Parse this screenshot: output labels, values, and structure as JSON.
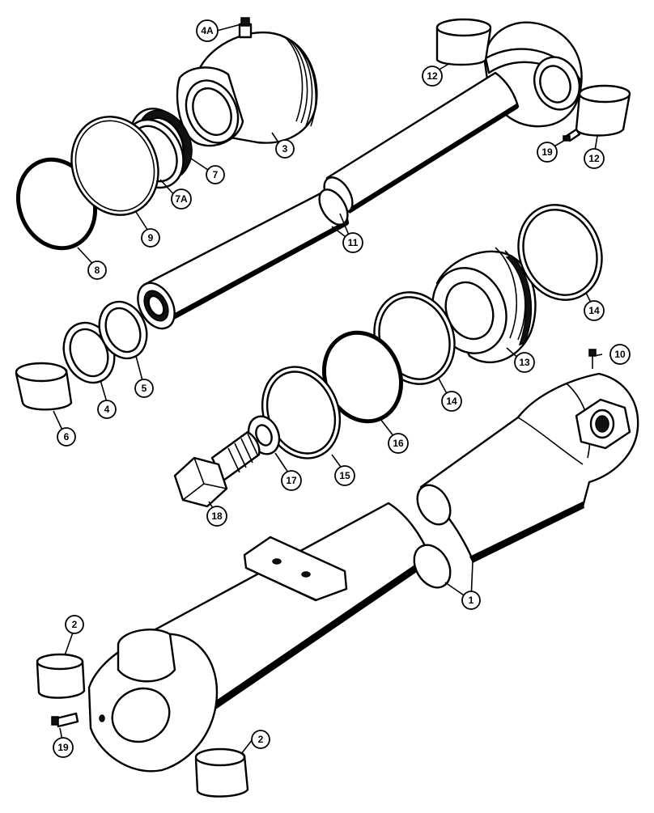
{
  "callouts": [
    {
      "id": "c1",
      "label": "1"
    },
    {
      "id": "c2a",
      "label": "2"
    },
    {
      "id": "c2b",
      "label": "2"
    },
    {
      "id": "c3",
      "label": "3"
    },
    {
      "id": "c4",
      "label": "4"
    },
    {
      "id": "c4a",
      "label": "4A"
    },
    {
      "id": "c5",
      "label": "5"
    },
    {
      "id": "c6",
      "label": "6"
    },
    {
      "id": "c7",
      "label": "7"
    },
    {
      "id": "c7a",
      "label": "7A"
    },
    {
      "id": "c8",
      "label": "8"
    },
    {
      "id": "c9",
      "label": "9"
    },
    {
      "id": "c10",
      "label": "10"
    },
    {
      "id": "c11",
      "label": "11"
    },
    {
      "id": "c12a",
      "label": "12"
    },
    {
      "id": "c12b",
      "label": "12"
    },
    {
      "id": "c13",
      "label": "13"
    },
    {
      "id": "c14a",
      "label": "14"
    },
    {
      "id": "c14b",
      "label": "14"
    },
    {
      "id": "c15",
      "label": "15"
    },
    {
      "id": "c16",
      "label": "16"
    },
    {
      "id": "c17",
      "label": "17"
    },
    {
      "id": "c18",
      "label": "18"
    },
    {
      "id": "c19a",
      "label": "19"
    },
    {
      "id": "c19b",
      "label": "19"
    }
  ]
}
